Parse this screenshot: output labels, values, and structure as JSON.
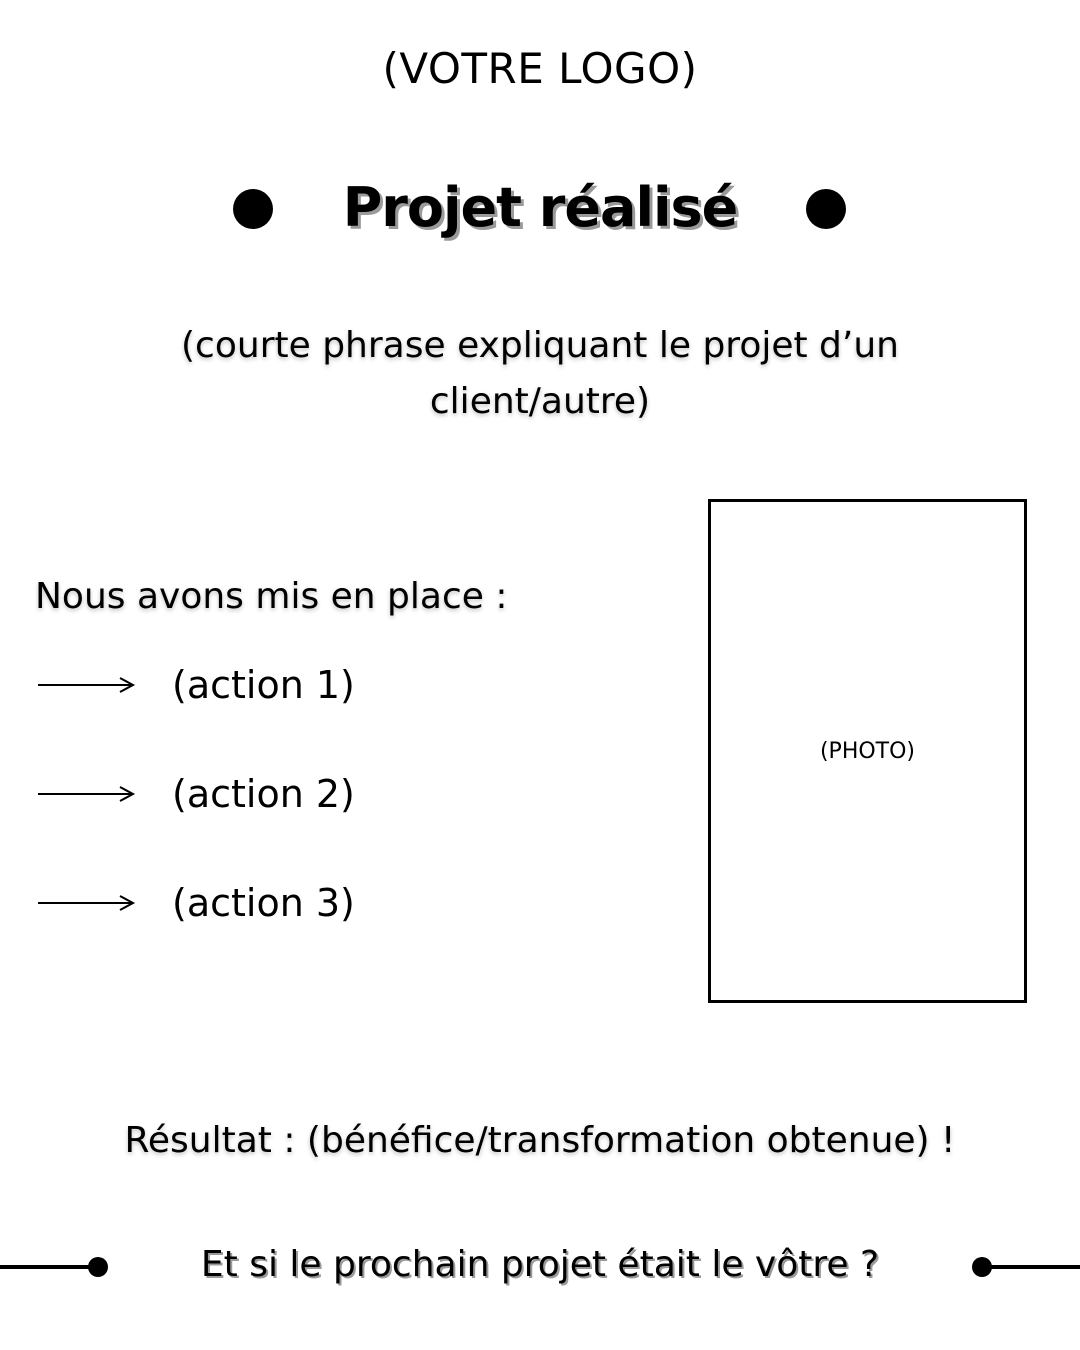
{
  "header": {
    "logo_placeholder": "(VOTRE LOGO)"
  },
  "title": "Projet réalisé",
  "subtitle": "(courte phrase expliquant le projet d’un client/autre)",
  "actions_section": {
    "intro": "Nous avons mis en place :",
    "items": [
      {
        "icon": "arrow-right-icon",
        "label": "(action 1)"
      },
      {
        "icon": "arrow-right-icon",
        "label": "(action 2)"
      },
      {
        "icon": "arrow-right-icon",
        "label": "(action 3)"
      }
    ]
  },
  "photo": {
    "placeholder": "(PHOTO)"
  },
  "result": "Résultat : (bénéfice/transformation obtenue) !",
  "cta": "Et si le prochain projet était le vôtre ?",
  "colors": {
    "text": "#000000",
    "background": "#ffffff",
    "shadow": "#9a9a9a"
  }
}
